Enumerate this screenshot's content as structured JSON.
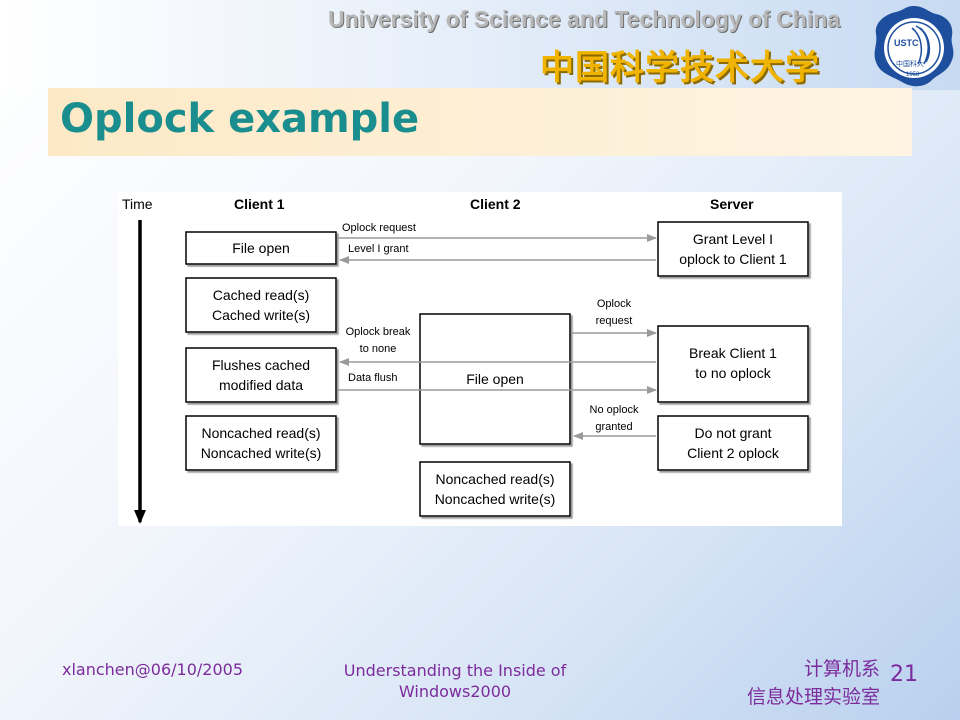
{
  "header": {
    "university_en": "University of Science and Technology of China",
    "university_cn": "中国科学技术大学",
    "logo": {
      "text_top": "USTC",
      "text_cn": "中国科大",
      "year": "1958"
    }
  },
  "slide": {
    "title": "Oplock example"
  },
  "diagram": {
    "time_label": "Time",
    "columns": {
      "client1": "Client 1",
      "client2": "Client 2",
      "server": "Server"
    },
    "client1_boxes": [
      [
        "File open"
      ],
      [
        "Cached read(s)",
        "Cached write(s)"
      ],
      [
        "Flushes cached",
        "modified data"
      ],
      [
        "Noncached read(s)",
        "Noncached write(s)"
      ]
    ],
    "client2_boxes": [
      [
        "File open"
      ],
      [
        "Noncached read(s)",
        "Noncached write(s)"
      ]
    ],
    "server_boxes": [
      [
        "Grant Level I",
        "oplock to Client 1"
      ],
      [
        "Break Client 1",
        "to no oplock"
      ],
      [
        "Do not grant",
        "Client 2 oplock"
      ]
    ],
    "messages": {
      "oplock_request_1": "Oplock request",
      "level1_grant": "Level I grant",
      "oplock_request_2": [
        "Oplock",
        "request"
      ],
      "oplock_break": [
        "Oplock break",
        "to none"
      ],
      "data_flush": "Data flush",
      "no_oplock_granted": [
        "No oplock",
        "granted"
      ]
    }
  },
  "footer": {
    "author_date": "xlanchen@06/10/2005",
    "course": "Understanding the Inside of Windows2000",
    "dept_line1": "计算机系",
    "dept_line2": "信息处理实验室",
    "page_number": "21"
  }
}
